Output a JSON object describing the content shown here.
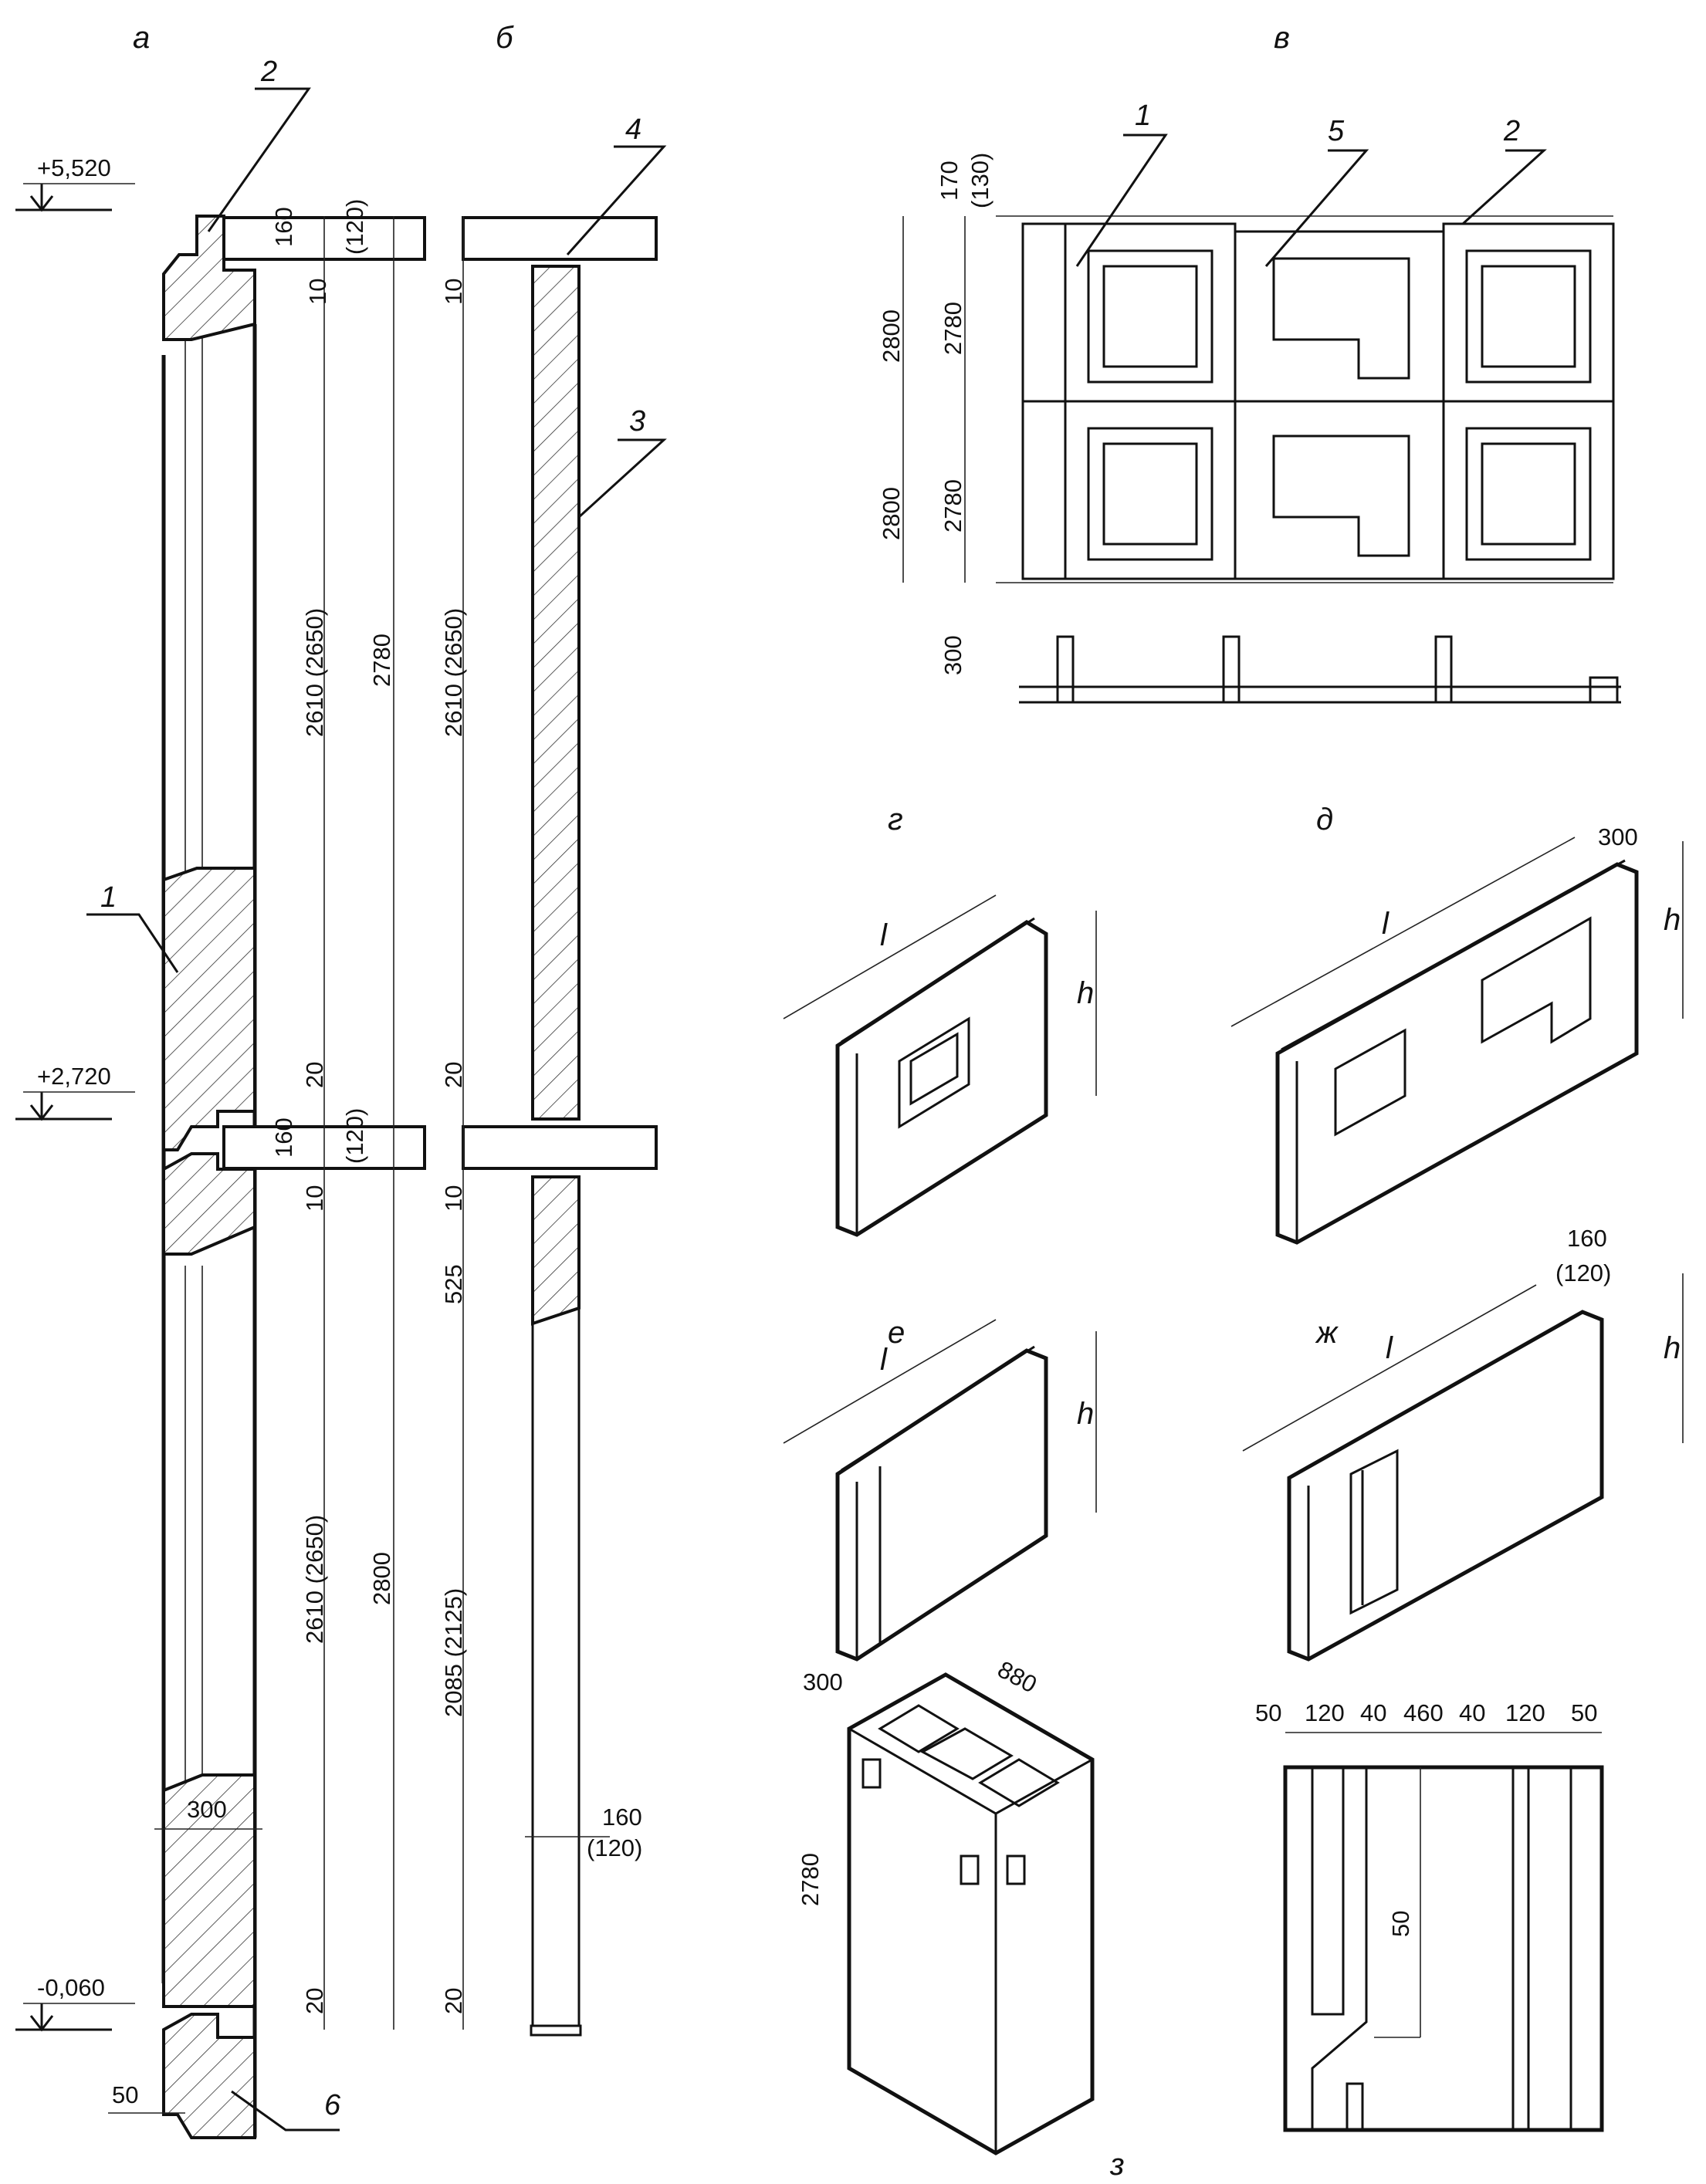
{
  "panel_labels": {
    "a": "а",
    "b": "б",
    "v": "в",
    "g": "г",
    "d": "д",
    "e": "е",
    "zh": "ж",
    "z": "з"
  },
  "levels": {
    "top": "+5,520",
    "mid": "+2,720",
    "bottom": "-0,060"
  },
  "callouts": {
    "n1": "1",
    "n2": "2",
    "n3": "3",
    "n4": "4",
    "n5": "5",
    "n6": "6",
    "v1": "1",
    "v5": "5",
    "v2": "2"
  },
  "dims_a": {
    "slab_top": "160",
    "slab_top_alt": "(120)",
    "gap_top": "10",
    "upper_wall": "2610 (2650)",
    "storey_top": "2780",
    "gap_mid": "20",
    "slab_mid": "160",
    "slab_mid_alt": "(120)",
    "gap_mid2": "10",
    "lower_wall": "2610 (2650)",
    "storey_low": "2800",
    "gap_bot": "20",
    "thickness": "300",
    "tongue": "50"
  },
  "dims_b": {
    "gap_top": "10",
    "upper_wall": "2610 (2650)",
    "gap_mid": "20",
    "gap_mid2": "10",
    "lintel": "525",
    "lower_wall": "2085 (2125)",
    "gap_bot": "20",
    "thick": "160",
    "thick_alt": "(120)"
  },
  "dims_v": {
    "top": "170",
    "top_alt": "(130)",
    "row1_outer": "2800",
    "row1_inner": "2780",
    "row2_outer": "2800",
    "row2_inner": "2780",
    "plan": "300"
  },
  "iso": {
    "l": "l",
    "h": "h",
    "d_thick": "300",
    "zh_thick": "160",
    "zh_thick_alt": "(120)"
  },
  "block_z": {
    "w": "300",
    "len": "880",
    "height": "2780"
  },
  "plan_z": {
    "d1": "50",
    "d2": "120",
    "d3": "40",
    "d4": "460",
    "d5": "40",
    "d6": "120",
    "d7": "50",
    "inner": "50"
  }
}
